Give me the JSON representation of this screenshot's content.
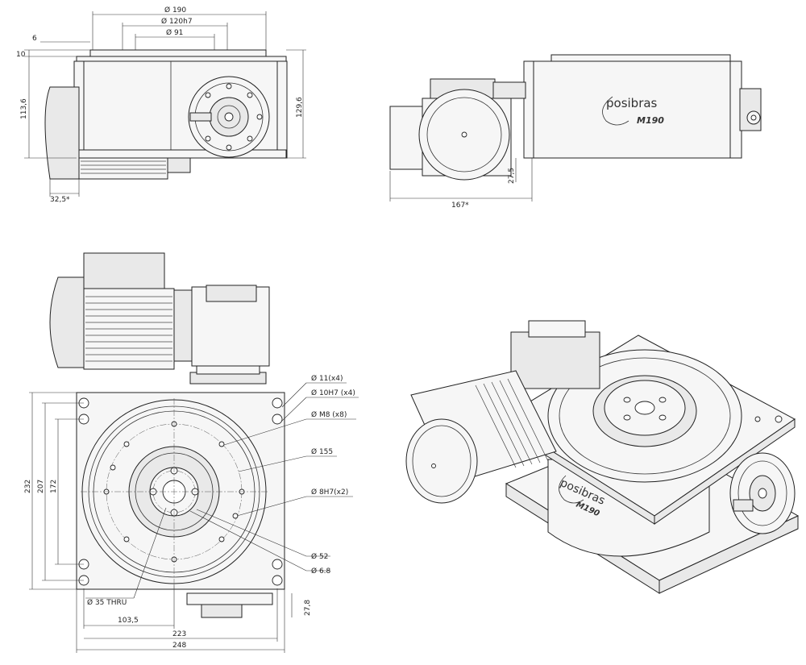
{
  "dims": {
    "d190": "Ø 190",
    "d120h7": "Ø 120h7",
    "d91": "Ø 91",
    "v6": "6",
    "v10": "10",
    "v113_6": "113,6",
    "v129_6": "129,6",
    "v32_5": "32,5*",
    "v27_5": "27,5",
    "v167": "167*",
    "d11": "Ø 11(x4)",
    "d10h7": "Ø 10H7 (x4)",
    "dm8": "Ø M8 (x8)",
    "d155": "Ø 155",
    "d8h7": "Ø 8H7(x2)",
    "d52": "Ø 52",
    "d6_8": "Ø 6.8",
    "d35": "Ø 35 THRU",
    "v232": "232",
    "v207": "207",
    "v172": "172",
    "v103_5": "103,5",
    "v223": "223",
    "v248": "248",
    "v27_8": "27,8"
  },
  "brand": {
    "name": "posibras",
    "model": "M190"
  }
}
